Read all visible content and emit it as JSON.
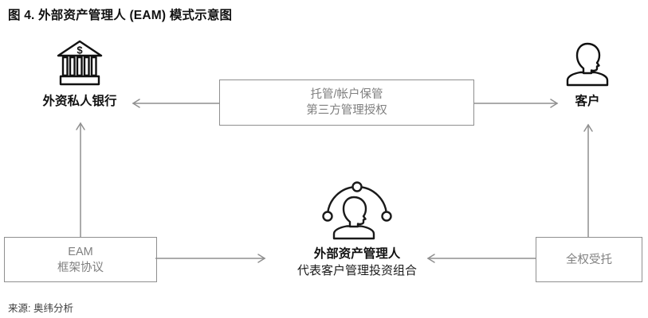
{
  "title": "图 4. 外部资产管理人 (EAM) 模式示意图",
  "source": "来源: 奥纬分析",
  "colors": {
    "line_gray": "#8f8f8f",
    "box_text_gray": "#7f7f7f",
    "icon_black": "#111111"
  },
  "nodes": {
    "bank": {
      "label": "外资私人银行",
      "icon": "bank-icon"
    },
    "client": {
      "label": "客户",
      "icon": "person-icon"
    },
    "eam": {
      "label": "外部资产管理人",
      "sublabel": "代表客户管理投资组合",
      "icon": "person-network-icon"
    }
  },
  "boxes": {
    "custody": {
      "line1": "托管/帐户保管",
      "line2": "第三方管理授权"
    },
    "agreement": {
      "line1": "EAM",
      "line2": "框架协议"
    },
    "mandate": {
      "line1": "全权受托"
    }
  }
}
